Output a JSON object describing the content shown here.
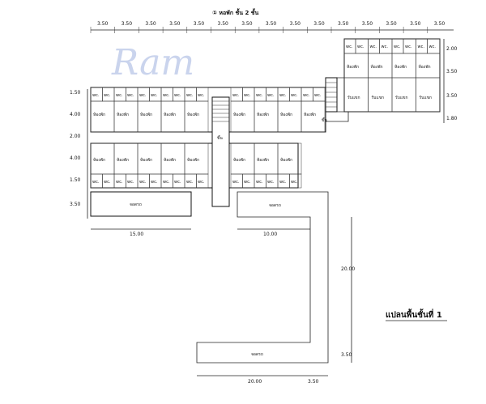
{
  "title": "① หอพัก ชั้น 2 ชั้น",
  "watermark": "Ram",
  "plan_label": "แปลนพื้นชั้นที่ 1",
  "top_dims": [
    "3.50",
    "3.50",
    "3.50",
    "3.50",
    "3.50",
    "3.50",
    "3.50",
    "3.50",
    "3.50",
    "3.50",
    "3.50",
    "3.50",
    "3.50",
    "3.50",
    "3.50"
  ],
  "left_dims": [
    "1.50",
    "4.00",
    "2.00",
    "4.00",
    "1.50",
    "3.50"
  ],
  "right_dims": [
    "2.00",
    "3.50",
    "3.50",
    "1.80"
  ],
  "bottom_dims": {
    "left": "15.00",
    "center": "10.00",
    "bottom_length": "20.00",
    "bottom_width": "3.50",
    "vertical": "20.00",
    "vertical_end": "3.50"
  },
  "rooms": {
    "bath": "wc.",
    "bedroom": "ห้องพัก",
    "reception": "รับแขก",
    "stair": "ขึ้น",
    "parking": "จอดรถ"
  }
}
